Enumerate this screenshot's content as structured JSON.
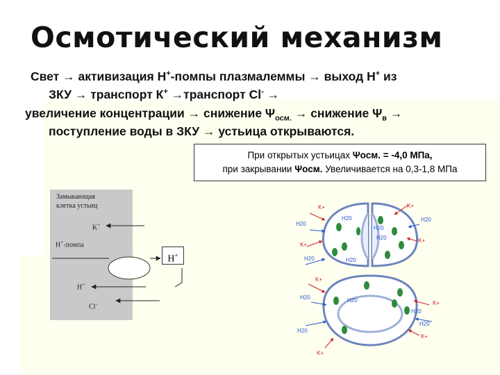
{
  "title": "Осмотический механизм",
  "mechanism": {
    "line1_a": "Свет → активизация Н",
    "line1_sup1": "+",
    "line1_b": "-помпы плазмалеммы → выход Н",
    "line1_sup2": "+",
    "line1_c": " из",
    "line2_a": "ЗКУ → транспорт К",
    "line2_sup1": "+",
    "line2_b": " →транспорт Cl",
    "line2_sup2": "-",
    "line2_c": " →",
    "line3_a": "увеличение концентрации → снижение Ψ",
    "line3_sub1": "осм.",
    "line3_b": " → снижение Ψ",
    "line3_sub2": "в",
    "line3_c": " →",
    "line4": "поступление воды в ЗКУ → устьица открываются."
  },
  "info_box": {
    "line1_a": "При открытых устьицах ",
    "line1_bold": "Ψосм. = -4,0 МПа,",
    "line2_a": "при закрывании ",
    "line2_bold": "Ψосм.",
    "line2_b": " Увеличивается на 0,3-1,8 МПа"
  },
  "left_diagram": {
    "cell_label_1": "Замыкающая",
    "cell_label_2": "клетка устьиц",
    "k_ion": "K",
    "k_sup": "+",
    "pump_label": "Н",
    "pump_sup": "+",
    "pump_suffix": "-помпа",
    "h_out": "Н",
    "h_out_sup": "+",
    "h_in": "H",
    "h_in_sup": "+",
    "cl_ion": "Cl",
    "cl_sup": "-"
  },
  "right_diagram": {
    "k_label": "K+",
    "water_label": "H20"
  },
  "colors": {
    "panel": "#fffff0",
    "cell_panel": "#c9c9c9",
    "chloroplast": "#2e8b3c",
    "cell_wall": "#9fb0d8",
    "arrow_red": "#cc2222",
    "arrow_blue": "#2a58c8"
  }
}
